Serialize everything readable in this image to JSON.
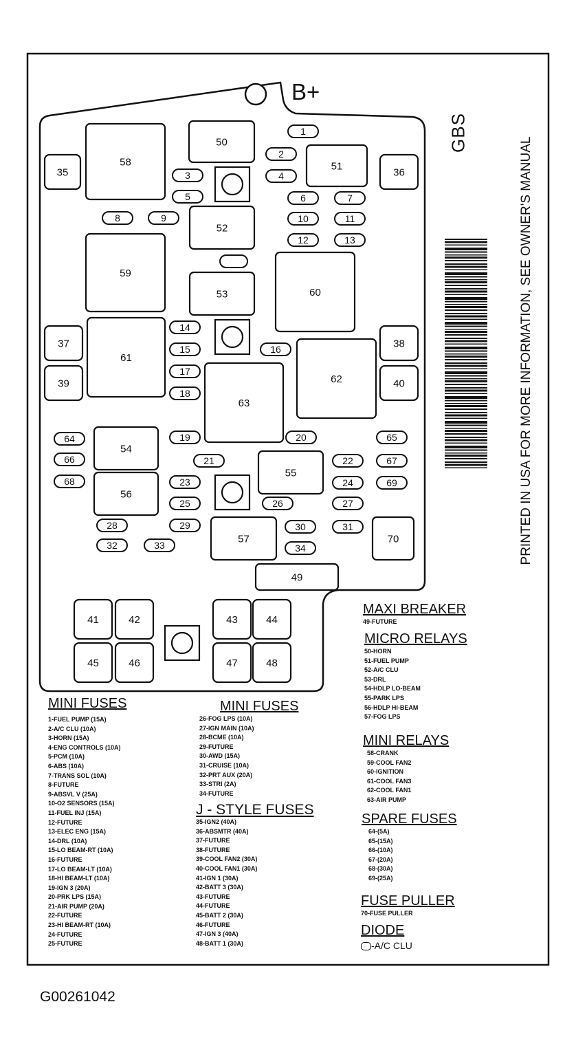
{
  "label_bplus": "B+",
  "label_gbs": "GBS",
  "vertical_text": "PRINTED IN USA FOR MORE INFORMATION, SEE OWNER'S MANUAL",
  "figure_id": "G00261042",
  "legend": {
    "mini_fuses_1": {
      "title": "MINI FUSES",
      "items": [
        "1-FUEL PUMP (15A)",
        "2-A/C CLU (10A)",
        "3-HORN (15A)",
        "4-ENG CONTROLS (10A)",
        "5-PCM (10A)",
        "6-ABS (10A)",
        "7-TRANS SOL (10A)",
        "8-FUTURE",
        "9-ABSVL V (25A)",
        "10-O2 SENSORS (15A)",
        "11-FUEL INJ (15A)",
        "12-FUTURE",
        "13-ELEC ENG (15A)",
        "14-DRL (10A)",
        "15-LO BEAM-RT (10A)",
        "16-FUTURE",
        "17-LO BEAM-LT (10A)",
        "18-HI BEAM-LT (10A)",
        "19-IGN 3 (20A)",
        "20-PRK LPS (15A)",
        "21-AIR PUMP (20A)",
        "22-FUTURE",
        "23-HI BEAM-RT (10A)",
        "24-FUTURE",
        "25-FUTURE"
      ]
    },
    "mini_fuses_2": {
      "title": "MINI FUSES",
      "items": [
        "26-FOG LPS (10A)",
        "27-IGN MAIN (10A)",
        "28-BCME (10A)",
        "29-FUTURE",
        "30-AWD (15A)",
        "31-CRUISE (10A)",
        "32-PRT AUX (20A)",
        "33-STRI (2A)",
        "34-FUTURE"
      ]
    },
    "j_style_fuses": {
      "title": "J - STYLE FUSES",
      "items": [
        "35-IGN2 (40A)",
        "36-ABSMTR (40A)",
        "37-FUTURE",
        "38-FUTURE",
        "39-COOL FAN2 (30A)",
        "40-COOL FAN1 (30A)",
        "41-IGN 1 (30A)",
        "42-BATT 3 (30A)",
        "43-FUTURE",
        "44-FUTURE",
        "45-BATT 2 (30A)",
        "46-FUTURE",
        "47-IGN 3 (40A)",
        "48-BATT 1 (30A)"
      ]
    },
    "maxi_breaker": {
      "title": "MAXI BREAKER",
      "items": [
        "49-FUTURE"
      ]
    },
    "micro_relays": {
      "title": "MICRO RELAYS",
      "items": [
        "50-HORN",
        "51-FUEL PUMP",
        "52-A/C CLU",
        "53-DRL",
        "54-HDLP LO-BEAM",
        "55-PARK LPS",
        "56-HDLP HI-BEAM",
        "57-FOG LPS"
      ]
    },
    "mini_relays": {
      "title": "MINI RELAYS",
      "items": [
        "58-CRANK",
        "59-COOL FAN2",
        "60-IGNITION",
        "61-COOL FAN3",
        "62-COOL FAN1",
        "63-AIR PUMP"
      ]
    },
    "spare_fuses": {
      "title": "SPARE FUSES",
      "items": [
        "64-(5A)",
        "65-(15A)",
        "66-(10A)",
        "67-(20A)",
        "68-(30A)",
        "69-(25A)"
      ]
    },
    "fuse_puller": {
      "title": "FUSE PULLER",
      "items": [
        "70-FUSE PULLER"
      ]
    },
    "diode": {
      "title": "DIODE",
      "items": [
        "-A/C CLU"
      ]
    }
  },
  "components": {
    "relays": [
      {
        "id": "58",
        "label": "58"
      },
      {
        "id": "50",
        "label": "50"
      },
      {
        "id": "51",
        "label": "51"
      },
      {
        "id": "52",
        "label": "52"
      },
      {
        "id": "59",
        "label": "59"
      },
      {
        "id": "53",
        "label": "53"
      },
      {
        "id": "60",
        "label": "60"
      },
      {
        "id": "61",
        "label": "61"
      },
      {
        "id": "62",
        "label": "62"
      },
      {
        "id": "63",
        "label": "63"
      },
      {
        "id": "54",
        "label": "54"
      },
      {
        "id": "55",
        "label": "55"
      },
      {
        "id": "56",
        "label": "56"
      },
      {
        "id": "57",
        "label": "57"
      },
      {
        "id": "70",
        "label": "70"
      },
      {
        "id": "49",
        "label": "49"
      }
    ],
    "jfuses": [
      "35",
      "36",
      "37",
      "38",
      "39",
      "40",
      "41",
      "42",
      "43",
      "44",
      "45",
      "46",
      "47",
      "48"
    ],
    "minifuses": [
      "1",
      "2",
      "3",
      "4",
      "5",
      "6",
      "7",
      "8",
      "9",
      "10",
      "11",
      "12",
      "13",
      "14",
      "15",
      "16",
      "17",
      "18",
      "19",
      "20",
      "21",
      "22",
      "23",
      "24",
      "25",
      "26",
      "27",
      "28",
      "29",
      "30",
      "31",
      "32",
      "33",
      "34",
      "64",
      "65",
      "66",
      "67",
      "68",
      "69",
      "D"
    ]
  }
}
